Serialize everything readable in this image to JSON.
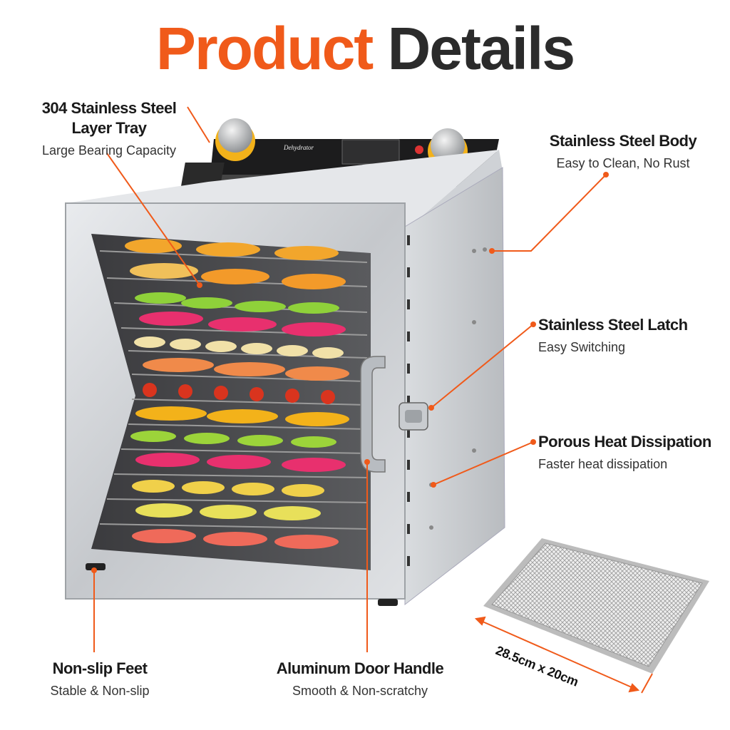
{
  "title": {
    "accent": "Product",
    "rest": "Details"
  },
  "callouts": {
    "tray": {
      "head_line1": "304 Stainless Steel",
      "head_line2": "Layer Tray",
      "sub": "Large Bearing Capacity"
    },
    "body": {
      "head": "Stainless Steel Body",
      "sub": "Easy to Clean, No Rust"
    },
    "latch": {
      "head": "Stainless Steel Latch",
      "sub": "Easy Switching"
    },
    "heat": {
      "head": "Porous Heat Dissipation",
      "sub": "Faster heat dissipation"
    },
    "feet": {
      "head": "Non-slip Feet",
      "sub": "Stable & Non-slip"
    },
    "handle": {
      "head": "Aluminum Door Handle",
      "sub": "Smooth & Non-scratchy"
    }
  },
  "tray_dimensions": "28.5cm x 20cm",
  "panel": {
    "brand": "Dehydrator"
  },
  "colors": {
    "accent": "#f05a1a",
    "text_dark": "#2b2b2b",
    "steel": "#c9ccd0"
  }
}
